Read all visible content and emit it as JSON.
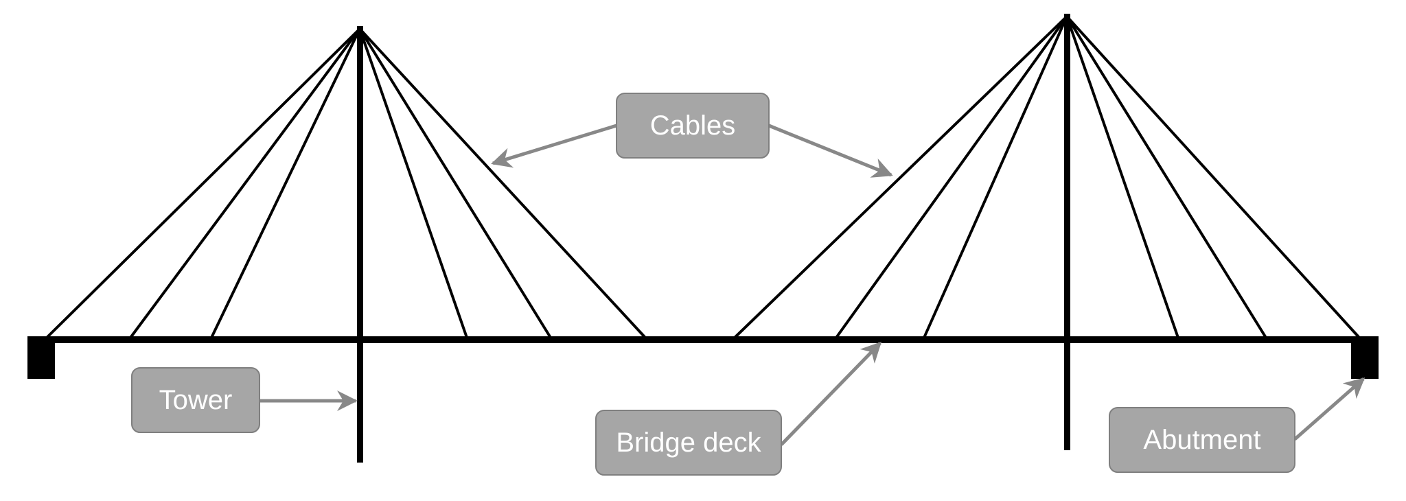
{
  "labels": {
    "cables": "Cables",
    "tower": "Tower",
    "bridge_deck": "Bridge deck",
    "abutment": "Abutment"
  },
  "colors": {
    "structure": "#000000",
    "label_fill": "#a6a6a6",
    "label_border": "#7f7f7f",
    "label_text": "#ffffff",
    "arrow": "#888888"
  }
}
